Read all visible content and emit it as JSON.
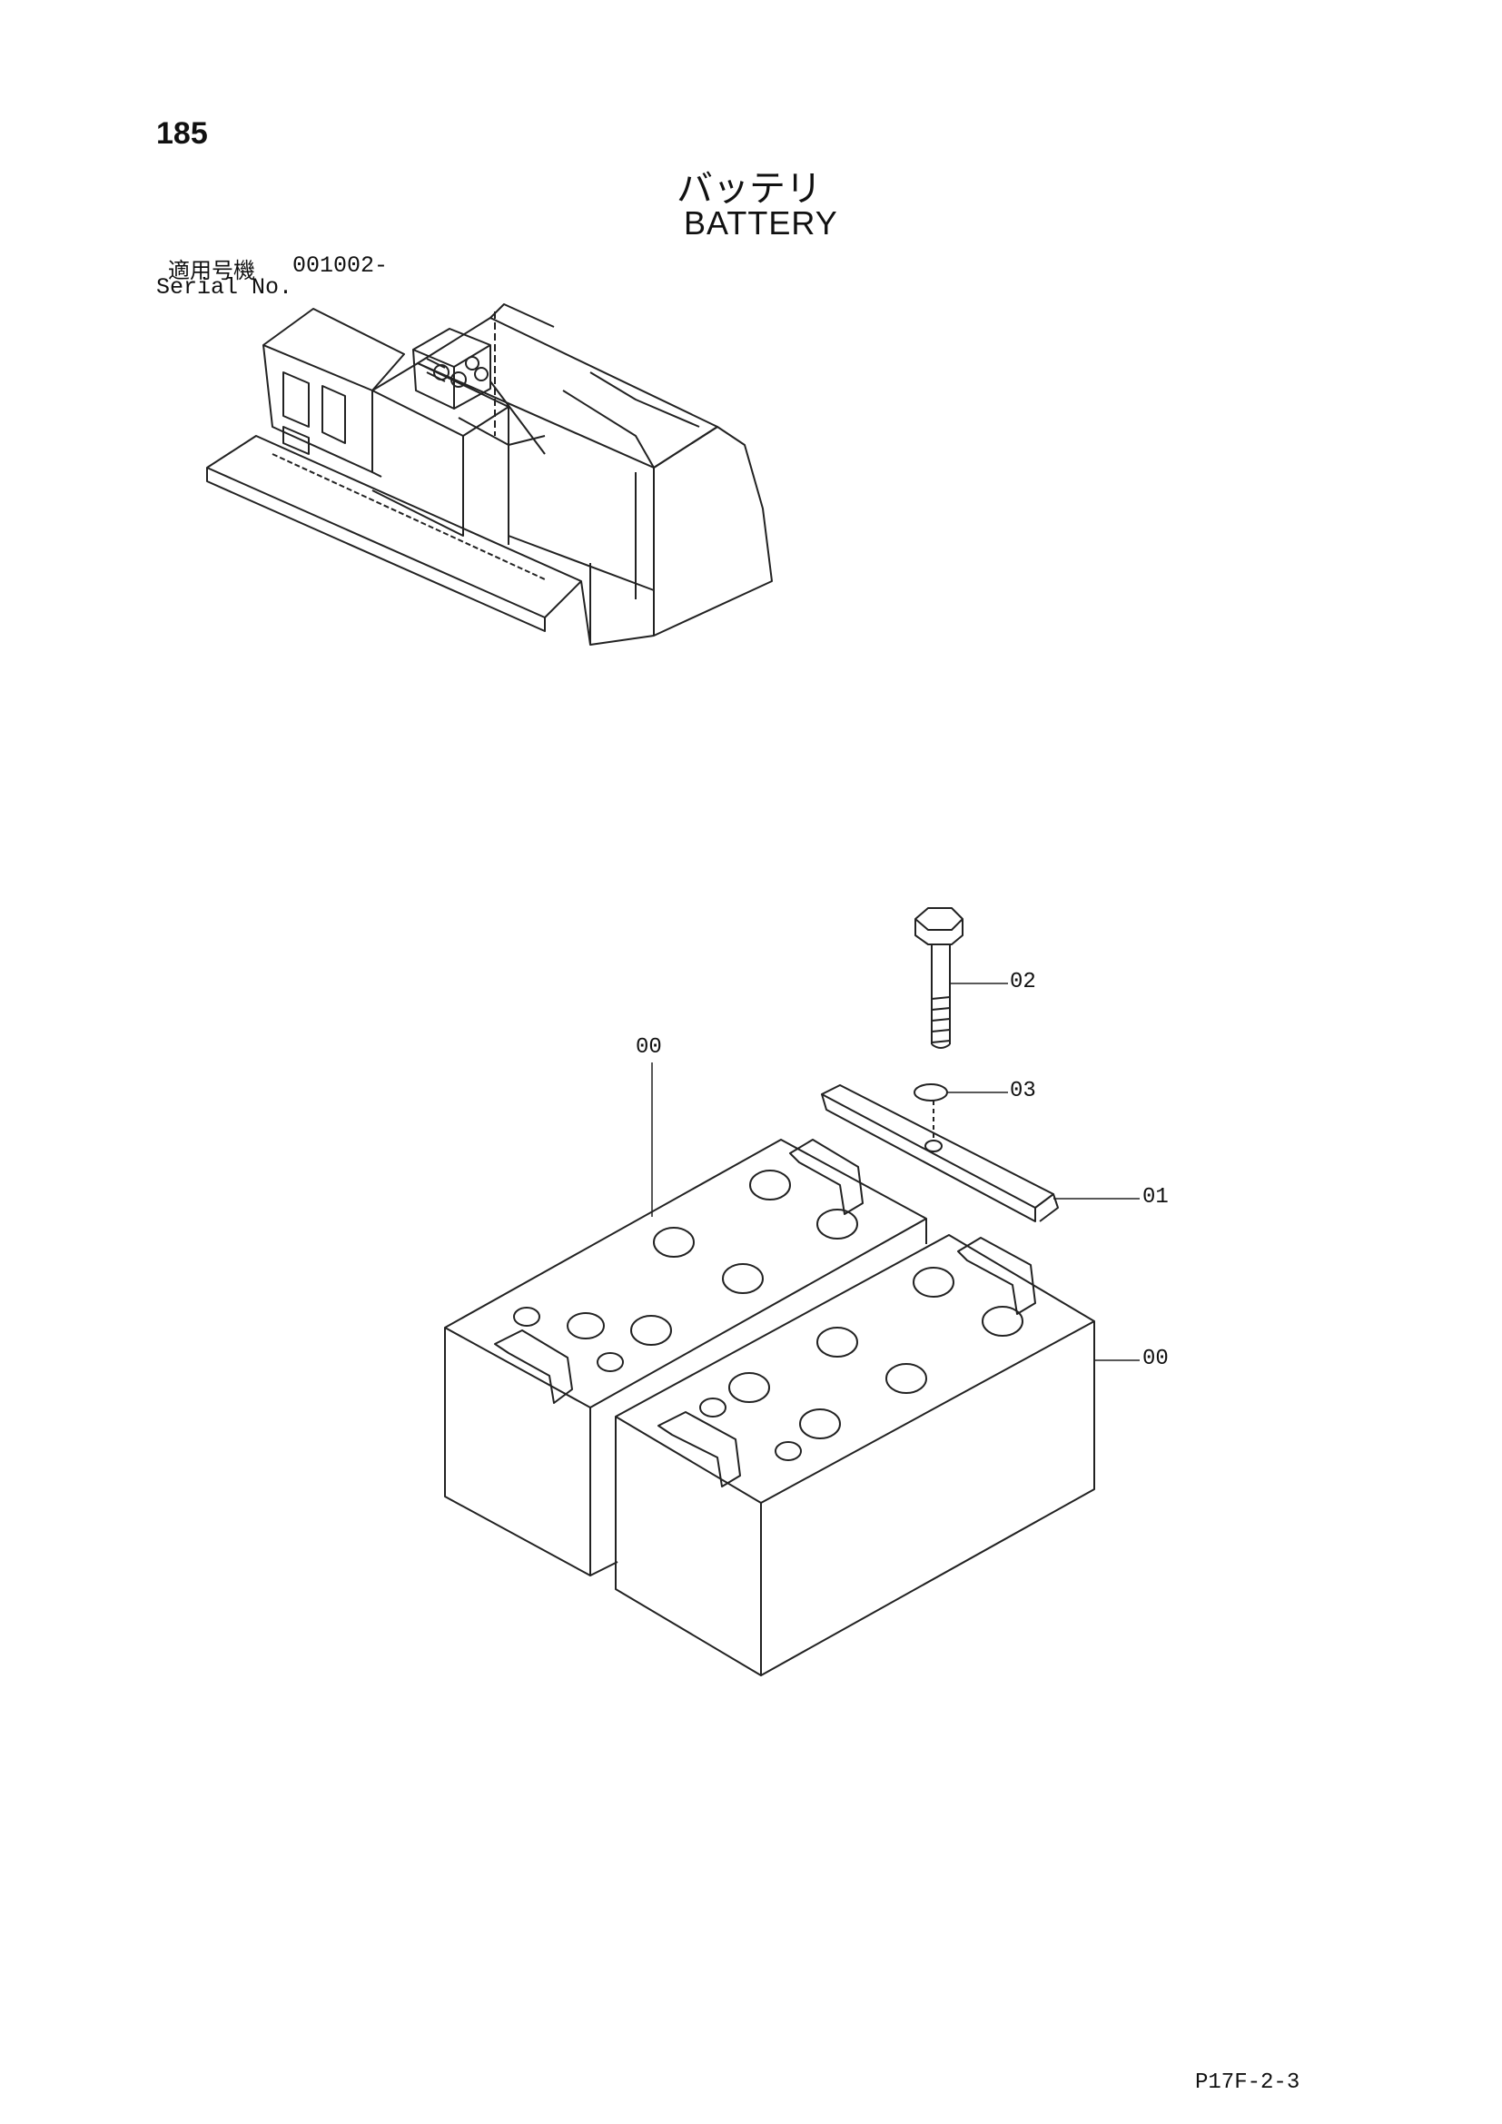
{
  "page_number": "185",
  "title_jp": "バッテリ",
  "title_en": "BATTERY",
  "serial_label_jp": "適用号機",
  "serial_number": "001002-",
  "serial_label_en": "Serial No.",
  "callouts": {
    "battery_left": "00",
    "battery_right": "00",
    "bracket": "01",
    "bolt": "02",
    "washer": "03"
  },
  "footer_code": "P17F-2-3"
}
